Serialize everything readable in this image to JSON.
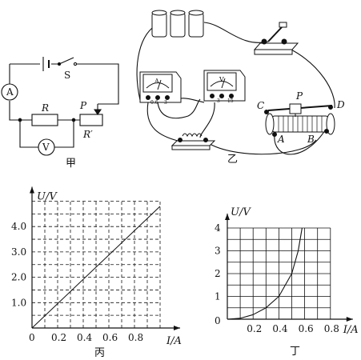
{
  "circuit_jia": {
    "caption": "甲",
    "labels": {
      "ammeter": "A",
      "switch": "S",
      "resistor": "R",
      "slider": "P",
      "rheostat": "R′",
      "voltmeter": "V"
    }
  },
  "apparatus_yi": {
    "caption": "乙",
    "ammeter": {
      "face": "A",
      "terminals": [
        "-",
        "0.6",
        "3"
      ]
    },
    "voltmeter": {
      "face": "V",
      "terminals": [
        "-",
        "3",
        "15"
      ]
    },
    "rheostat": {
      "C": "C",
      "P": "P",
      "D": "D",
      "A": "A",
      "B": "B"
    }
  },
  "chart_data": [
    {
      "id": "bing",
      "type": "line",
      "caption": "丙",
      "ylabel": "U/V",
      "xlabel": "I/A",
      "x_ticks": [
        "0",
        "0.2",
        "0.4",
        "0.6",
        "0.8"
      ],
      "y_ticks": [
        "1.0",
        "2.0",
        "3.0",
        "4.0"
      ],
      "xlim": [
        0,
        1.0
      ],
      "ylim": [
        0,
        5.0
      ],
      "grid": "dashed",
      "series": [
        {
          "x": [
            0,
            1.0
          ],
          "y": [
            0,
            4.8
          ]
        }
      ]
    },
    {
      "id": "ding",
      "type": "line",
      "caption": "丁",
      "ylabel": "U/V",
      "xlabel": "I/A",
      "x_ticks": [
        "0.2",
        "0.4",
        "0.6",
        "0.8"
      ],
      "y_ticks": [
        "1",
        "2",
        "3",
        "4"
      ],
      "origin_label": "0",
      "xlim": [
        0,
        0.8
      ],
      "ylim": [
        0,
        4
      ],
      "grid": "solid",
      "series": [
        {
          "x": [
            0,
            0.1,
            0.2,
            0.3,
            0.4,
            0.5,
            0.55,
            0.58
          ],
          "y": [
            0,
            0.04,
            0.2,
            0.5,
            1.0,
            2.0,
            3.0,
            4.0
          ]
        }
      ]
    }
  ]
}
